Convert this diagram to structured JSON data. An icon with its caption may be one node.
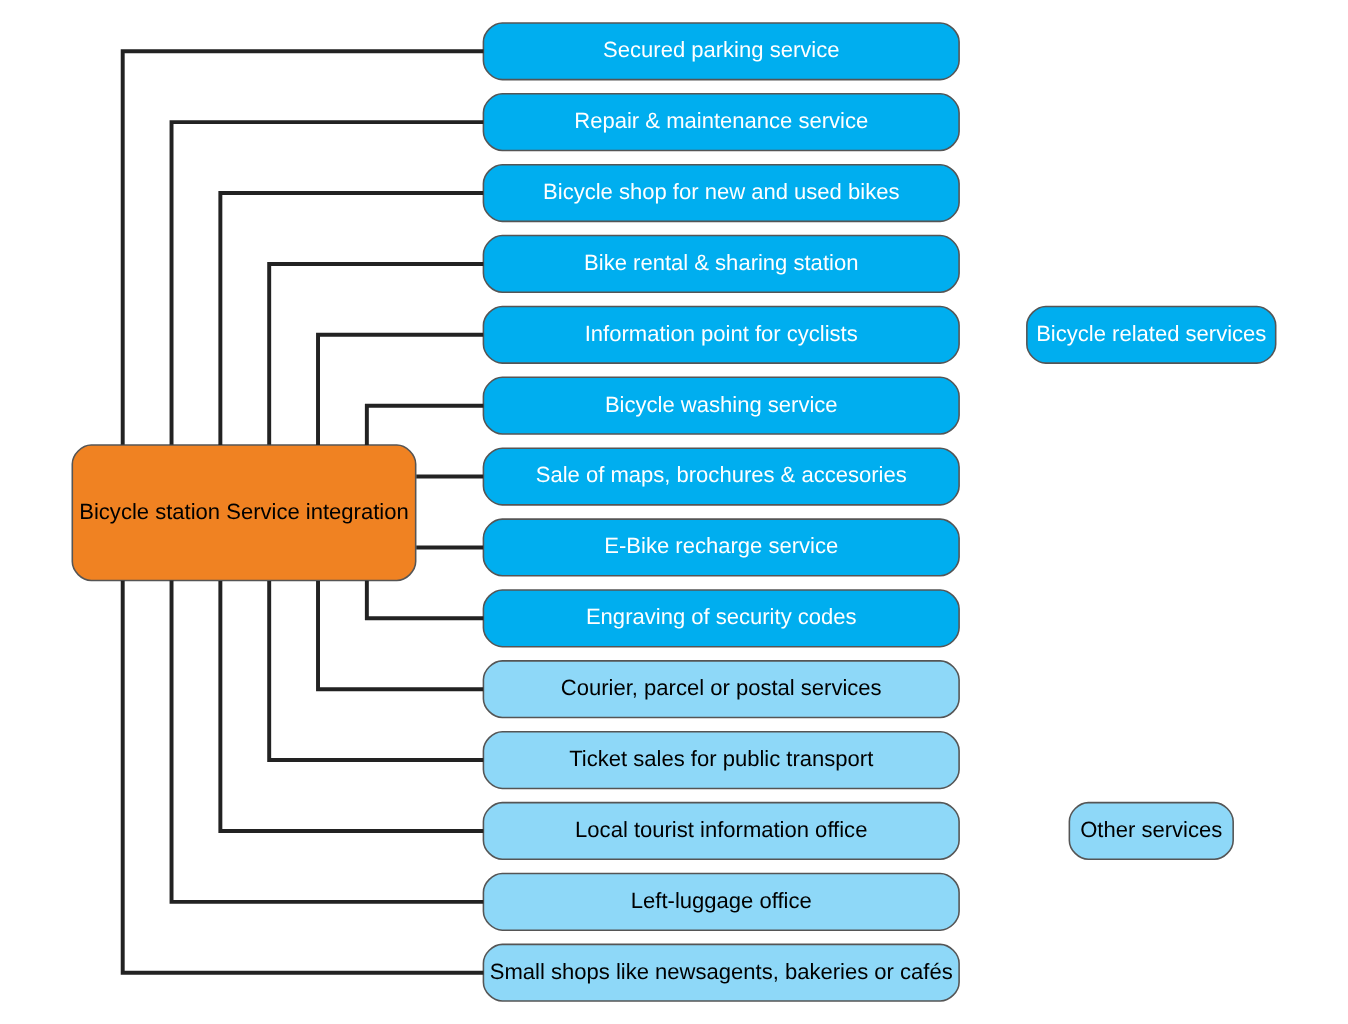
{
  "diagram": {
    "nodes": [
      {
        "text": [
          "Bicycle station Service integration"
        ]
      },
      {
        "text": [
          "Secured parking service"
        ]
      },
      {
        "text": [
          "Repair & maintenance service"
        ]
      },
      {
        "text": [
          "Bicycle shop for new and used bikes"
        ]
      },
      {
        "text": [
          "Bike rental & sharing station"
        ]
      },
      {
        "text": [
          "Information point for cyclists"
        ]
      },
      {
        "text": [
          "Bicycle washing service"
        ]
      },
      {
        "text": [
          "Sale of maps, brochures & accesories"
        ]
      },
      {
        "text": [
          "E-Bike recharge service"
        ]
      },
      {
        "text": [
          "Engraving of security codes"
        ]
      },
      {
        "text": [
          "Courier, parcel or postal services"
        ]
      },
      {
        "text": [
          "Ticket sales for public transport"
        ]
      },
      {
        "text": [
          "Local tourist information office"
        ]
      },
      {
        "text": [
          "Left-luggage office"
        ]
      },
      {
        "text": [
          "Small shops like newsagents, bakeries or cafés"
        ]
      },
      {
        "text": [
          "Bicycle related services"
        ]
      },
      {
        "text": [
          "Other services"
        ]
      }
    ],
    "edges": [
      {
        "from": 0,
        "to": 1,
        "arrow": "none"
      },
      {
        "from": 0,
        "to": 2,
        "arrow": "none"
      },
      {
        "from": 0,
        "to": 3,
        "arrow": "none"
      },
      {
        "from": 0,
        "to": 4,
        "arrow": "none"
      },
      {
        "from": 0,
        "to": 5,
        "arrow": "none"
      },
      {
        "from": 0,
        "to": 6,
        "arrow": "none"
      },
      {
        "from": 0,
        "to": 7,
        "arrow": "none"
      },
      {
        "from": 0,
        "to": 8,
        "arrow": "none"
      },
      {
        "from": 0,
        "to": 9,
        "arrow": "none"
      },
      {
        "from": 0,
        "to": 10,
        "arrow": "none"
      },
      {
        "from": 0,
        "to": 11,
        "arrow": "none"
      },
      {
        "from": 0,
        "to": 12,
        "arrow": "none"
      },
      {
        "from": 0,
        "to": 13,
        "arrow": "none"
      },
      {
        "from": 0,
        "to": 14,
        "arrow": "none"
      }
    ]
  }
}
